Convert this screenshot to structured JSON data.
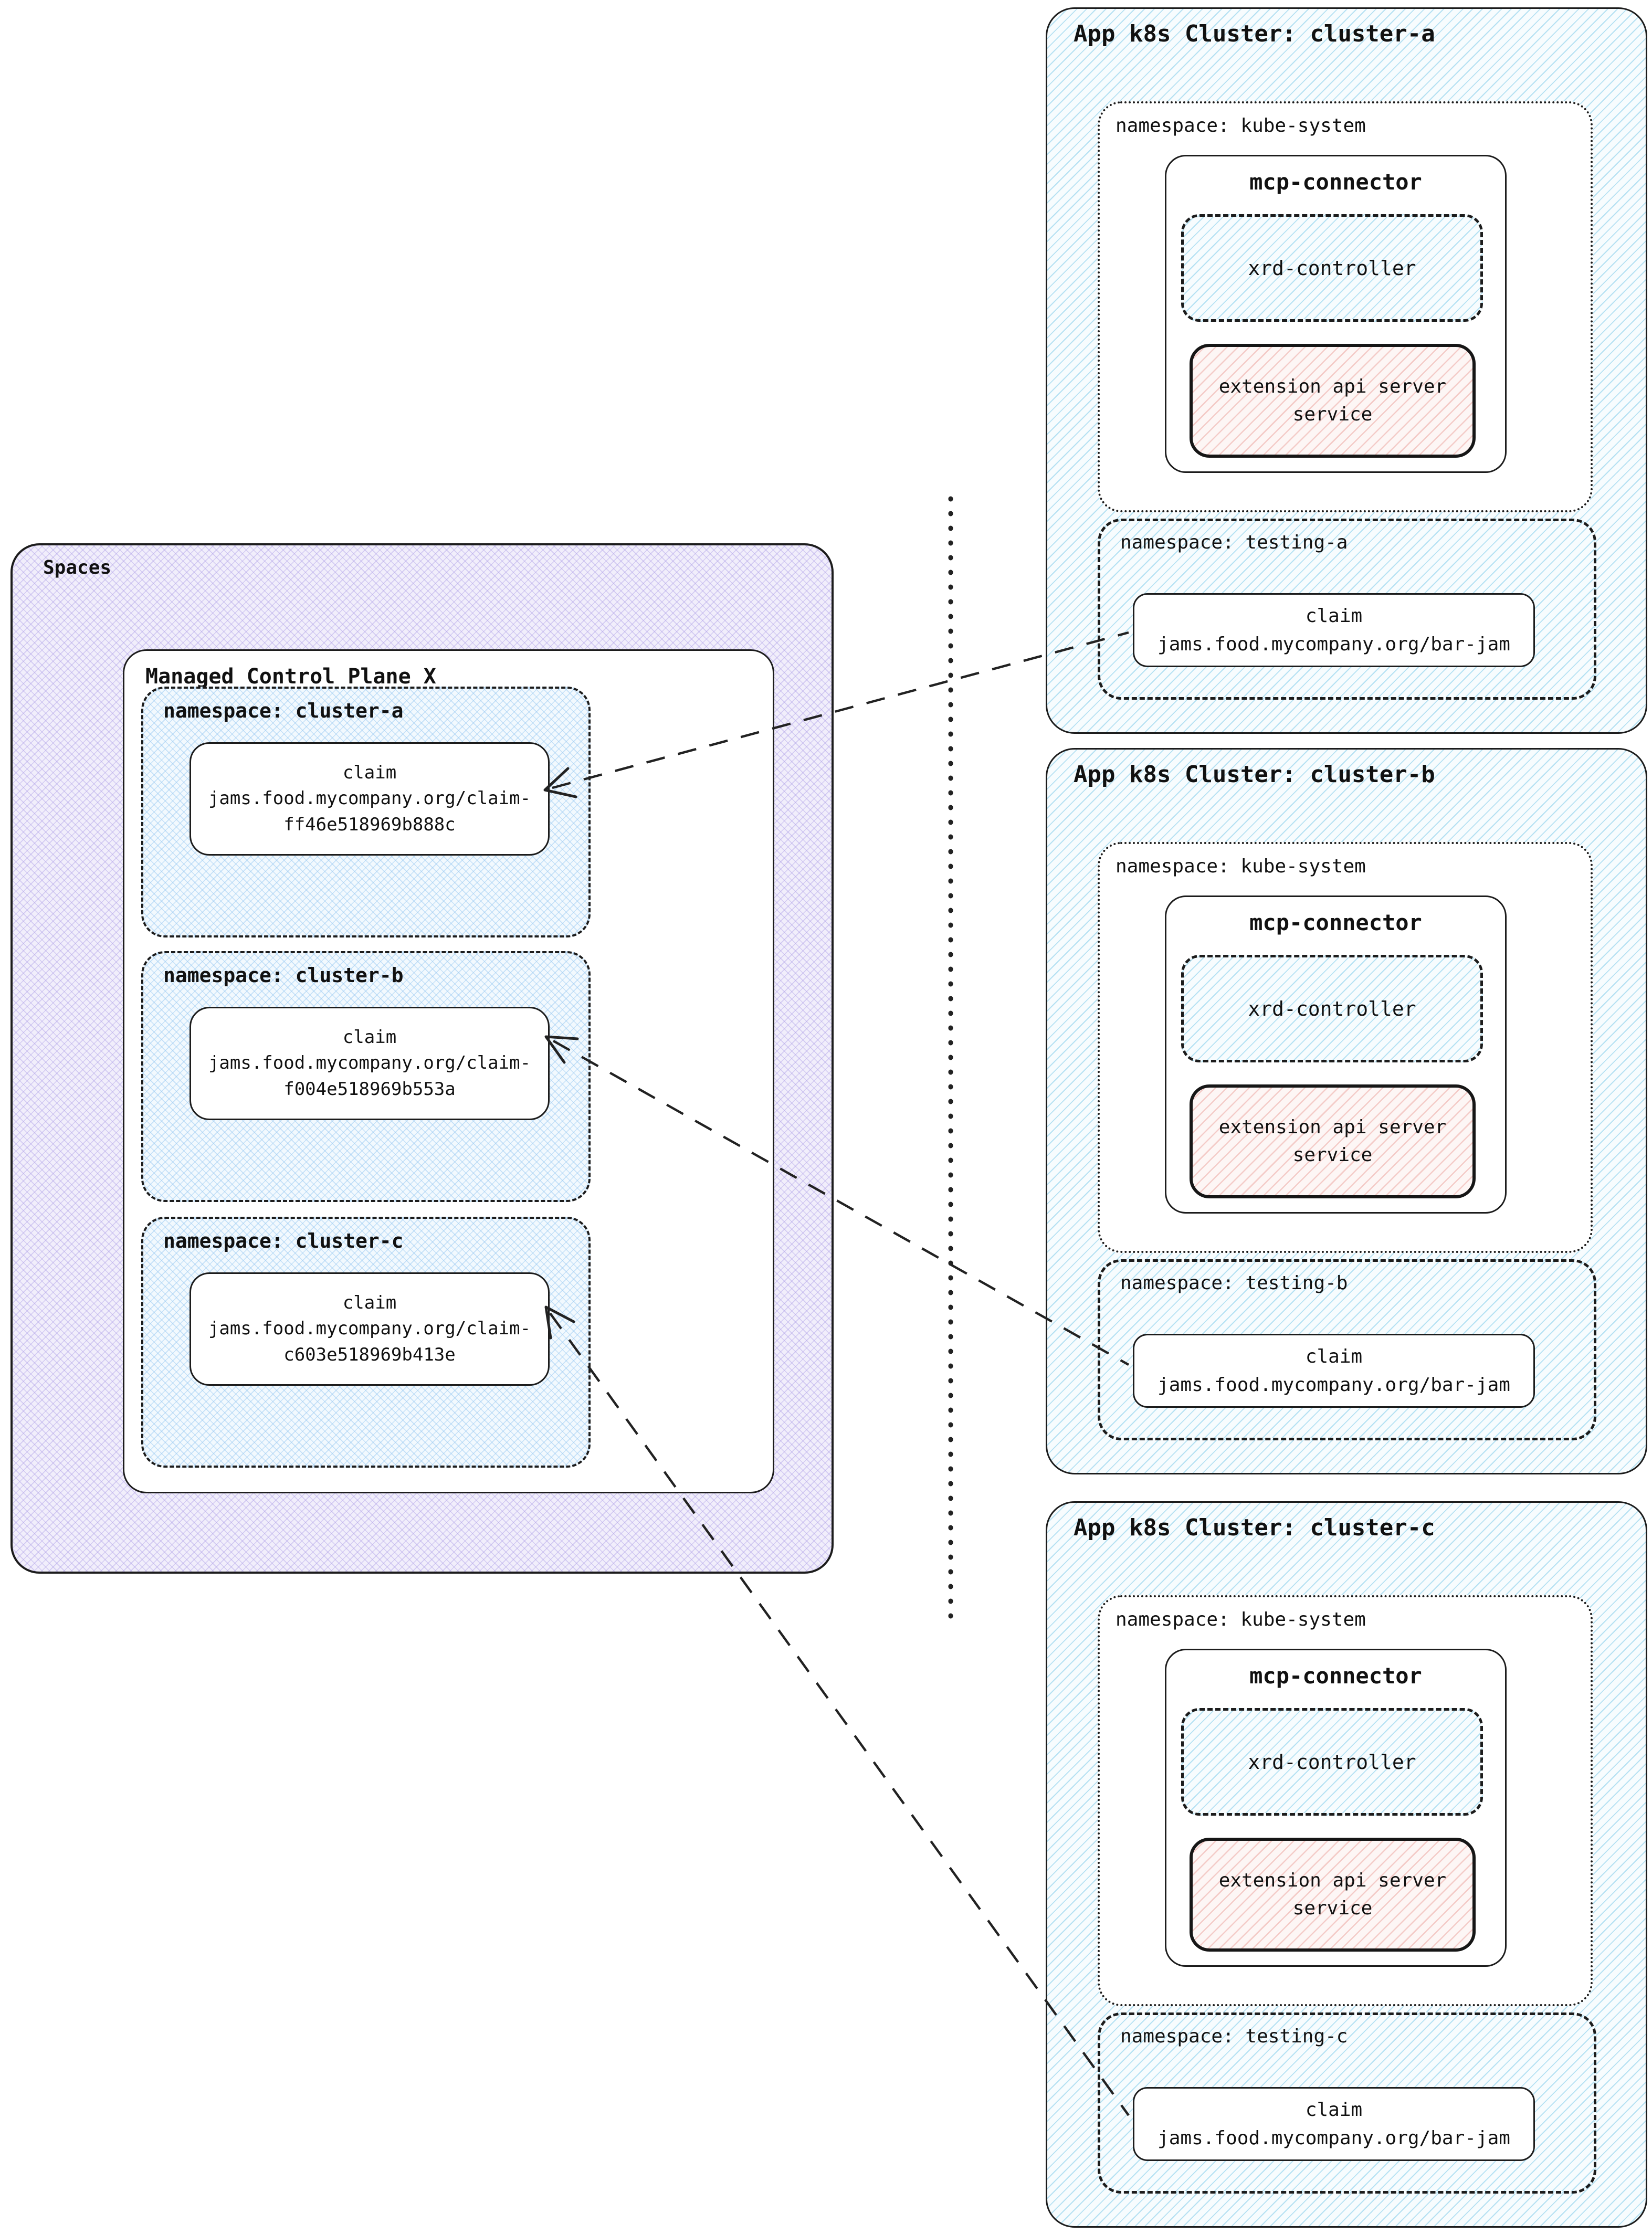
{
  "spaces": {
    "title": "Spaces",
    "control_plane": {
      "title": "Managed Control Plane X",
      "namespaces": [
        {
          "label": "namespace: cluster-a",
          "claim": {
            "title": "claim",
            "lines": [
              "jams.food.mycompany.org/claim-",
              "ff46e518969b888c"
            ]
          }
        },
        {
          "label": "namespace: cluster-b",
          "claim": {
            "title": "claim",
            "lines": [
              "jams.food.mycompany.org/claim-",
              "f004e518969b553a"
            ]
          }
        },
        {
          "label": "namespace: cluster-c",
          "claim": {
            "title": "claim",
            "lines": [
              "jams.food.mycompany.org/claim-",
              "c603e518969b413e"
            ]
          }
        }
      ]
    }
  },
  "clusters": [
    {
      "title": "App k8s Cluster: cluster-a",
      "kube_namespace_label": "namespace: kube-system",
      "connector_title": "mcp-connector",
      "xrd_label": "xrd-controller",
      "extension_lines": [
        "extension api server",
        "service"
      ],
      "testing_namespace_label": "namespace: testing-a",
      "claim": {
        "title": "claim",
        "value": "jams.food.mycompany.org/bar-jam"
      }
    },
    {
      "title": "App k8s Cluster: cluster-b",
      "kube_namespace_label": "namespace: kube-system",
      "connector_title": "mcp-connector",
      "xrd_label": "xrd-controller",
      "extension_lines": [
        "extension api server",
        "service"
      ],
      "testing_namespace_label": "namespace: testing-b",
      "claim": {
        "title": "claim",
        "value": "jams.food.mycompany.org/bar-jam"
      }
    },
    {
      "title": "App k8s Cluster: cluster-c",
      "kube_namespace_label": "namespace: kube-system",
      "connector_title": "mcp-connector",
      "xrd_label": "xrd-controller",
      "extension_lines": [
        "extension api server",
        "service"
      ],
      "testing_namespace_label": "namespace: testing-c",
      "claim": {
        "title": "claim",
        "value": "jams.food.mycompany.org/bar-jam"
      }
    }
  ],
  "colors": {
    "border": "#1c1c1c",
    "cluster_hatch": "#80cbe9",
    "pink_hatch": "#eeafaa",
    "left_ns_hatch": "#96c8f0",
    "spaces_hatch": "#ad9ee6",
    "text": "#111111"
  }
}
